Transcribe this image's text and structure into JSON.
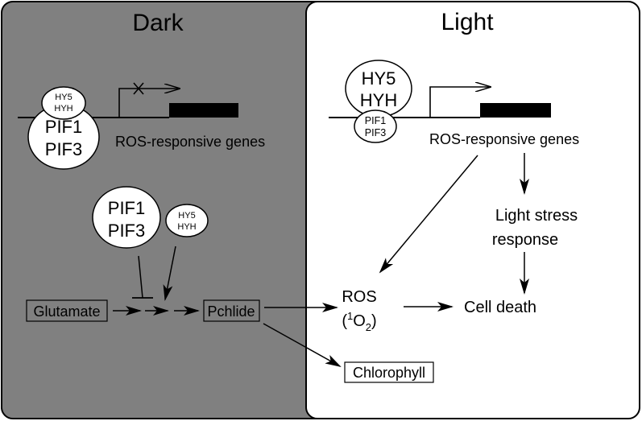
{
  "panels": {
    "dark": {
      "title": "Dark",
      "fill": "#808080"
    },
    "light": {
      "title": "Light",
      "fill": "#ffffff"
    }
  },
  "dark_gene": {
    "hy5_hyh_lines": [
      "HY5",
      "HYH"
    ],
    "pif_lines": [
      "PIF1",
      "PIF3"
    ],
    "label": "ROS-responsive genes"
  },
  "light_gene": {
    "hy5_hyh_lines": [
      "HY5",
      "HYH"
    ],
    "pif_lines": [
      "PIF1",
      "PIF3"
    ],
    "label": "ROS-responsive genes"
  },
  "dark_regulators": {
    "pif_lines": [
      "PIF1",
      "PIF3"
    ],
    "hy5_hyh_lines": [
      "HY5",
      "HYH"
    ]
  },
  "pathway": {
    "glutamate": "Glutamate",
    "pchlide": "Pchlide",
    "chlorophyll": "Chlorophyll"
  },
  "light_nodes": {
    "ros": "ROS",
    "ros_species_sup": "1",
    "ros_species_main": "O",
    "ros_species_sub": "2",
    "stress_lines": [
      "Light stress",
      "response"
    ],
    "cell_death": "Cell death"
  }
}
